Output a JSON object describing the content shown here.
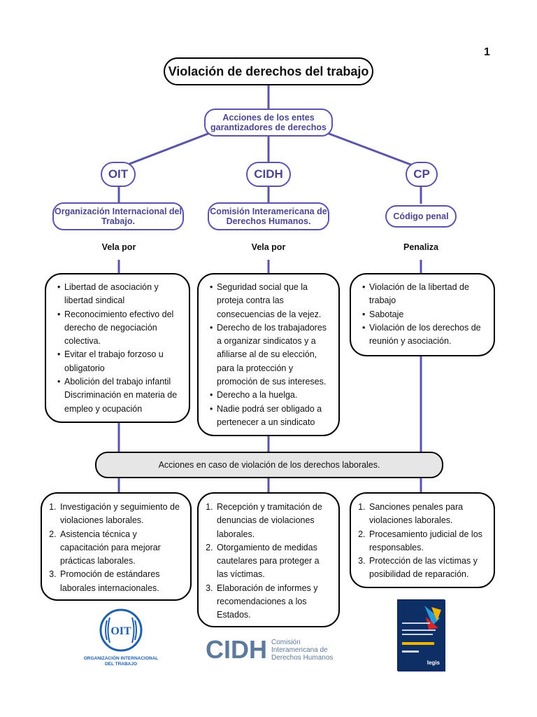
{
  "page_number": "1",
  "title": "Violación de derechos del trabajo",
  "actions_node": "Acciones de los entes garantizadores de derechos",
  "branches": [
    {
      "abbr": "OIT",
      "full": "Organización Internacional del Trabajo.",
      "relation": "Vela por",
      "items": [
        "Libertad de asociación y libertad sindical",
        "Reconocimiento efectivo del derecho de negociación colectiva.",
        "Evitar el trabajo forzoso u obligatorio",
        "Abolición del trabajo infantil Discriminación en materia de empleo y ocupación"
      ],
      "actions": [
        "Investigación y seguimiento de violaciones laborales.",
        "Asistencia técnica y capacitación para mejorar prácticas laborales.",
        "Promoción de estándares laborales internacionales."
      ]
    },
    {
      "abbr": "CIDH",
      "full": "Comisión Interamericana de Derechos Humanos.",
      "relation": "Vela por",
      "items": [
        "Seguridad social que la proteja contra las consecuencias de la vejez.",
        "Derecho de los trabajadores a organizar sindicatos y a afiliarse al de su elección, para la protección y promoción de sus intereses.",
        "Derecho a la huelga.",
        "Nadie podrá ser obligado a pertenecer a un sindicato"
      ],
      "actions": [
        "Recepción y tramitación de denuncias de violaciones laborales.",
        "Otorgamiento de medidas cautelares para proteger a las víctimas.",
        "Elaboración de informes y recomendaciones a los Estados."
      ]
    },
    {
      "abbr": "CP",
      "full": "Código penal",
      "relation": "Penaliza",
      "items": [
        "Violación de la libertad de trabajo",
        "Sabotaje",
        "Violación de los derechos de reunión y asociación."
      ],
      "actions": [
        "Sanciones penales para violaciones laborales.",
        "Procesamiento judicial de los responsables.",
        "Protección de las víctimas y posibilidad de reparación."
      ]
    }
  ],
  "violation_bar": "Acciones en caso de violación de los derechos laborales.",
  "logos": {
    "oit_caption": "ORGANIZACIÓN INTERNACIONAL DEL TRABAJO",
    "oit_emblem": "OIT",
    "cidh_letters": "CIDH",
    "cidh_text": "Comisión Interamericana de Derechos Humanos",
    "book_brand": "legis"
  },
  "colors": {
    "connector": "#5a55a8",
    "title_text": "#4b468f",
    "bar_fill": "#e6e6e6"
  }
}
